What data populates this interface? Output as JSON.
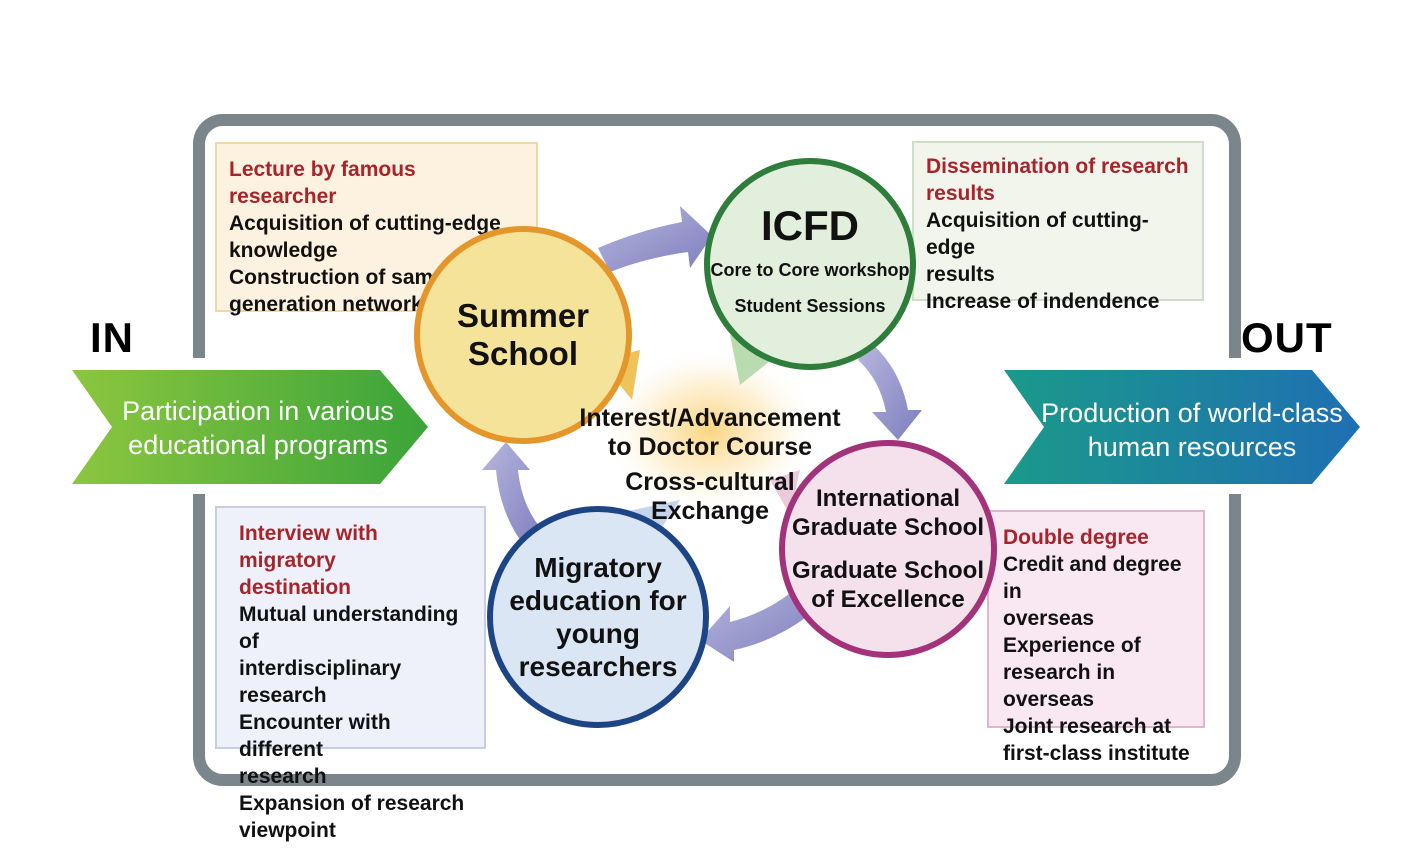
{
  "in_label": "IN",
  "out_label": "OUT",
  "in_arrow": [
    "Participation in various",
    "educational programs"
  ],
  "out_arrow": [
    "Production of world-class",
    "human resources"
  ],
  "center": {
    "line1": "Interest/Advancement",
    "line2": "to Doctor Course",
    "line3": "Cross-cultural",
    "line4": "Exchange"
  },
  "circles": {
    "summer": [
      "Summer",
      "School"
    ],
    "icfd": {
      "title": "ICFD",
      "sub1": "Core to Core workshop",
      "sub2": "Student Sessions"
    },
    "graduate": [
      "International",
      "Graduate School",
      "Graduate School",
      "of Excellence"
    ],
    "migratory": [
      "Migratory",
      "education for",
      "young",
      "researchers"
    ]
  },
  "boxes": {
    "top_left": {
      "heading": "Lecture by famous researcher",
      "lines": [
        "Acquisition of cutting-edge",
        "knowledge",
        "Construction of same",
        "generation network"
      ]
    },
    "top_right": {
      "heading": [
        "Dissemination of research",
        "results"
      ],
      "lines": [
        "Acquisition of cutting-edge",
        "results",
        "Increase of indendence"
      ]
    },
    "bottom_left": {
      "heading": [
        "Interview with migratory",
        "destination"
      ],
      "lines": [
        "Mutual understanding of",
        "interdisciplinary research",
        "Encounter with different",
        "research",
        "Expansion of research",
        "viewpoint"
      ]
    },
    "bottom_right": {
      "heading": "Double degree",
      "lines": [
        "Credit and degree in",
        "overseas",
        "Experience of",
        "research in overseas",
        "Joint research at",
        "first-class institute"
      ]
    }
  },
  "colors": {
    "frame": "#7a868c",
    "heading_red": "#a8242b",
    "in_arrow_start": "#8cc63f",
    "in_arrow_end": "#3aa43a",
    "out_arrow_start": "#1a9a8a",
    "out_arrow_end": "#1f6fb3",
    "summer_fill": "#f6e39a",
    "summer_border": "#e5962a",
    "icfd_fill": "#e2efdc",
    "icfd_border": "#2e7d3a",
    "graduate_fill": "#f4e1ec",
    "graduate_border": "#a2337a",
    "migratory_fill": "#dbe6f4",
    "migratory_border": "#1d4585",
    "cycle_arrow": "#8f8fc8"
  }
}
